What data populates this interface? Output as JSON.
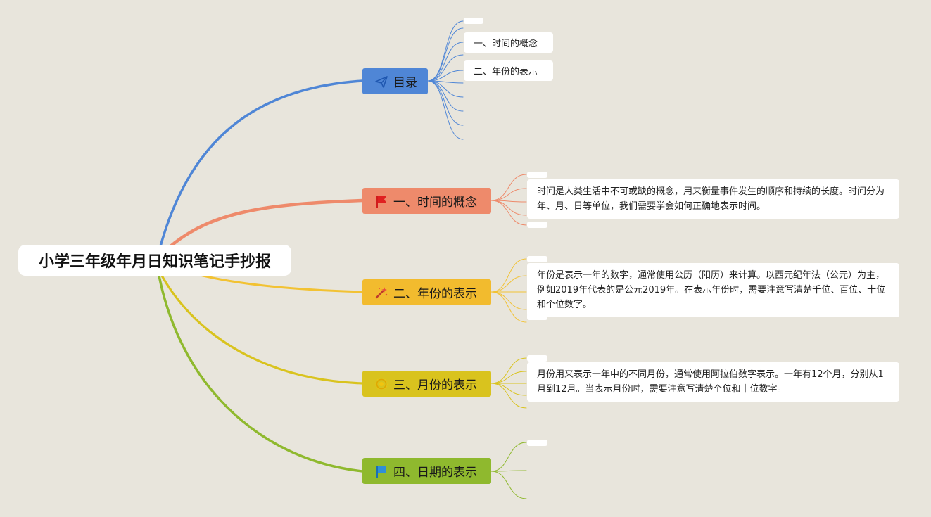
{
  "root": {
    "title": "小学三年级年月日知识笔记手抄报"
  },
  "branches": [
    {
      "label": "目录",
      "color": "#4f86d6",
      "line_color": "#4f86d6",
      "icon": "paper-plane-icon",
      "children": [
        "一、时间的概念",
        "二、年份的表示"
      ]
    },
    {
      "label": "一、时间的概念",
      "color": "#ee8a6b",
      "line_color": "#ee8a6b",
      "icon": "red-flag-icon",
      "note": "时间是人类生活中不可或缺的概念，用来衡量事件发生的顺序和持续的长度。时间分为年、月、日等单位，我们需要学会如何正确地表示时间。"
    },
    {
      "label": "二、年份的表示",
      "color": "#f2bb2e",
      "line_color": "#f2c233",
      "icon": "magic-wand-icon",
      "note": "年份是表示一年的数字，通常使用公历（阳历）来计算。以西元纪年法（公元）为主，例如2019年代表的是公元2019年。在表示年份时，需要注意写清楚千位、百位、十位和个位数字。"
    },
    {
      "label": "三、月份的表示",
      "color": "#d9c31e",
      "line_color": "#d9c31e",
      "icon": "sun-icon",
      "note": "月份用来表示一年中的不同月份，通常使用阿拉伯数字表示。一年有12个月，分别从1月到12月。当表示月份时，需要注意写清楚个位和十位数字。"
    },
    {
      "label": "四、日期的表示",
      "color": "#8fb92e",
      "line_color": "#8fb92e",
      "icon": "blue-flag-icon"
    }
  ]
}
